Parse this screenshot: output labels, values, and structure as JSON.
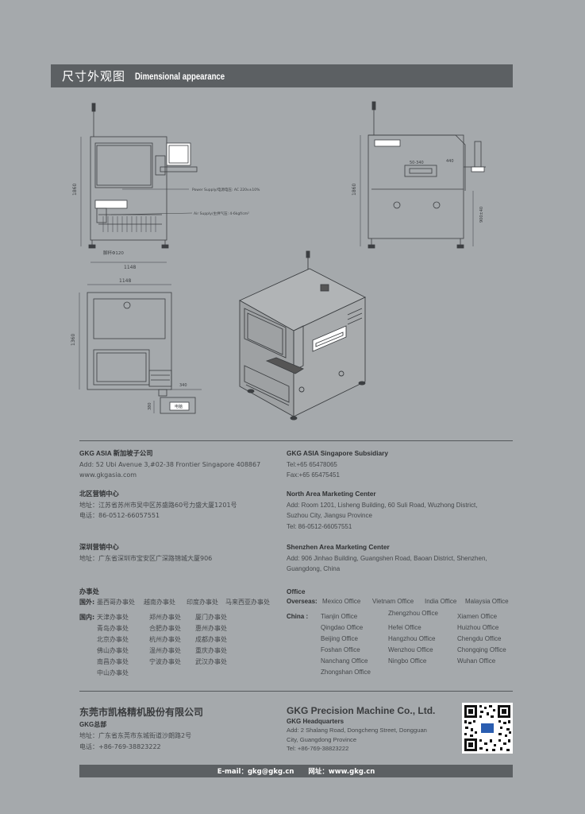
{
  "header": {
    "title_zh": "尺寸外观图",
    "title_en": "Dimensional appearance"
  },
  "drawing": {
    "front_width": "1148",
    "front_height": "1860",
    "foot_label": "脚杯Φ120",
    "power_label": "Power Supply/电源电压: AC 220v±10%",
    "air_label": "Air Supply/主供气压: 4-6kgf/cm²",
    "side_height": "1860",
    "side_dim_1": "50-340",
    "side_dim_2": "440",
    "side_dim_3": "900±40",
    "top_width": "1148",
    "top_depth": "1360",
    "top_dim_a": "340",
    "top_dim_b": "380",
    "box_label": "电脑"
  },
  "asia_cn": {
    "title": "GKG ASIA 新加坡子公司",
    "line1": "Add: 52 Ubi Avenue 3,#02-38 Frontier Singapore 408867",
    "line2": "www.gkgasia.com"
  },
  "asia_en": {
    "title": "GKG ASIA  Singapore Subsidiary",
    "line1": "Tel:+65 65478065",
    "line2": "Fax:+65 65475451"
  },
  "north_cn": {
    "title": "北区营销中心",
    "line1": "地址：江苏省苏州市吴中区苏盛路60号力盛大厦1201号",
    "line2": "电话：86-0512-66057551"
  },
  "north_en": {
    "title": "North Area Marketing Center",
    "line1": "Add: Room 1201, Lisheng Building, 60 Suli Road, Wuzhong District,",
    "line2": "Suzhou City, Jiangsu Province",
    "line3": "Tel: 86-0512-66057551"
  },
  "sz_cn": {
    "title": "深圳营销中心",
    "line1": "地址：广东省深圳市宝安区广深路锦城大厦906"
  },
  "sz_en": {
    "title": "Shenzhen Area Marketing Center",
    "line1": "Add: 906 Jinhao Building, Guangshen Road, Baoan District, Shenzhen,",
    "line2": "Guangdong, China"
  },
  "office_cn": {
    "title": "办事处",
    "overseas_label": "国外:",
    "overseas": [
      "墨西哥办事处",
      "越南办事处",
      "印度办事处",
      "马来西亚办事处"
    ],
    "domestic_label": "国内:",
    "domestic": [
      [
        "天津办事处",
        "郑州办事处",
        "厦门办事处"
      ],
      [
        "青岛办事处",
        "合肥办事处",
        "惠州办事处"
      ],
      [
        "北京办事处",
        "杭州办事处",
        "成都办事处"
      ],
      [
        "佛山办事处",
        "温州办事处",
        "重庆办事处"
      ],
      [
        "南昌办事处",
        "宁波办事处",
        "武汉办事处"
      ],
      [
        "中山办事处",
        "",
        ""
      ]
    ]
  },
  "office_en": {
    "title": "Office",
    "overseas_label": "Overseas:",
    "overseas": [
      "Mexico Office",
      "Vietnam Office",
      "India Office",
      "Malaysia Office"
    ],
    "domestic_label": "China :",
    "domestic": [
      [
        "Tianjin Office",
        "Zhengzhou Office",
        "Xiamen Office"
      ],
      [
        "Qingdao Office",
        "Hefei Office",
        "Huizhou Office"
      ],
      [
        "Beijing Office",
        "Hangzhou Office",
        "Chengdu Office"
      ],
      [
        "Foshan Office",
        "Wenzhou Office",
        "Chongqing Office"
      ],
      [
        "Nanchang Office",
        "Ningbo Office",
        "Wuhan Office"
      ],
      [
        "Zhongshan Office",
        "",
        ""
      ]
    ]
  },
  "company_cn": {
    "name": "东莞市凯格精机股份有限公司",
    "hq": "GKG总部",
    "line1": "地址：广东省东莞市东城街道沙朗路2号",
    "line2": "电话：+86-769-38823222"
  },
  "company_en": {
    "name": "GKG Precision Machine Co., Ltd.",
    "hq": "GKG Headquarters",
    "line1": "Add: 2 Shalang Road, Dongcheng Street, Dongguan",
    "line2": "City, Guangdong Province",
    "line3": "Tel: +86-769-38823222"
  },
  "footer": {
    "email": "E-mail：gkg@gkg.cn",
    "web": "网址：www.gkg.cn"
  }
}
